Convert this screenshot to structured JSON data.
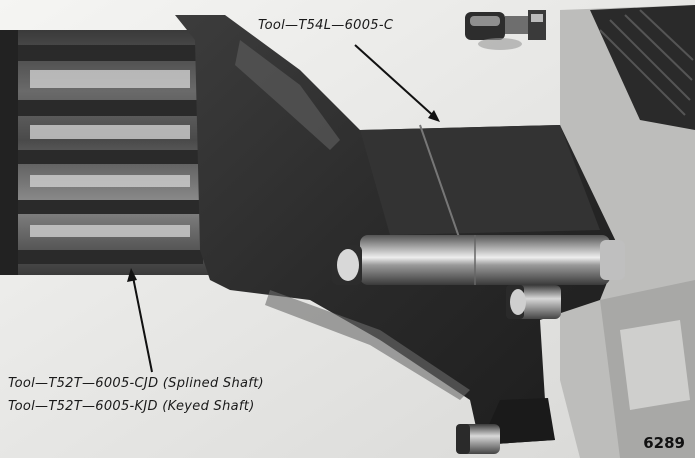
{
  "figure": {
    "caption_top": "Tool—T54L—6005-C",
    "caption_bottom_line1": "Tool—T52T—6005-CJD (Splined Shaft)",
    "caption_bottom_line2": "Tool—T52T—6005-KJD (Keyed Shaft)",
    "figure_number": "6289"
  }
}
